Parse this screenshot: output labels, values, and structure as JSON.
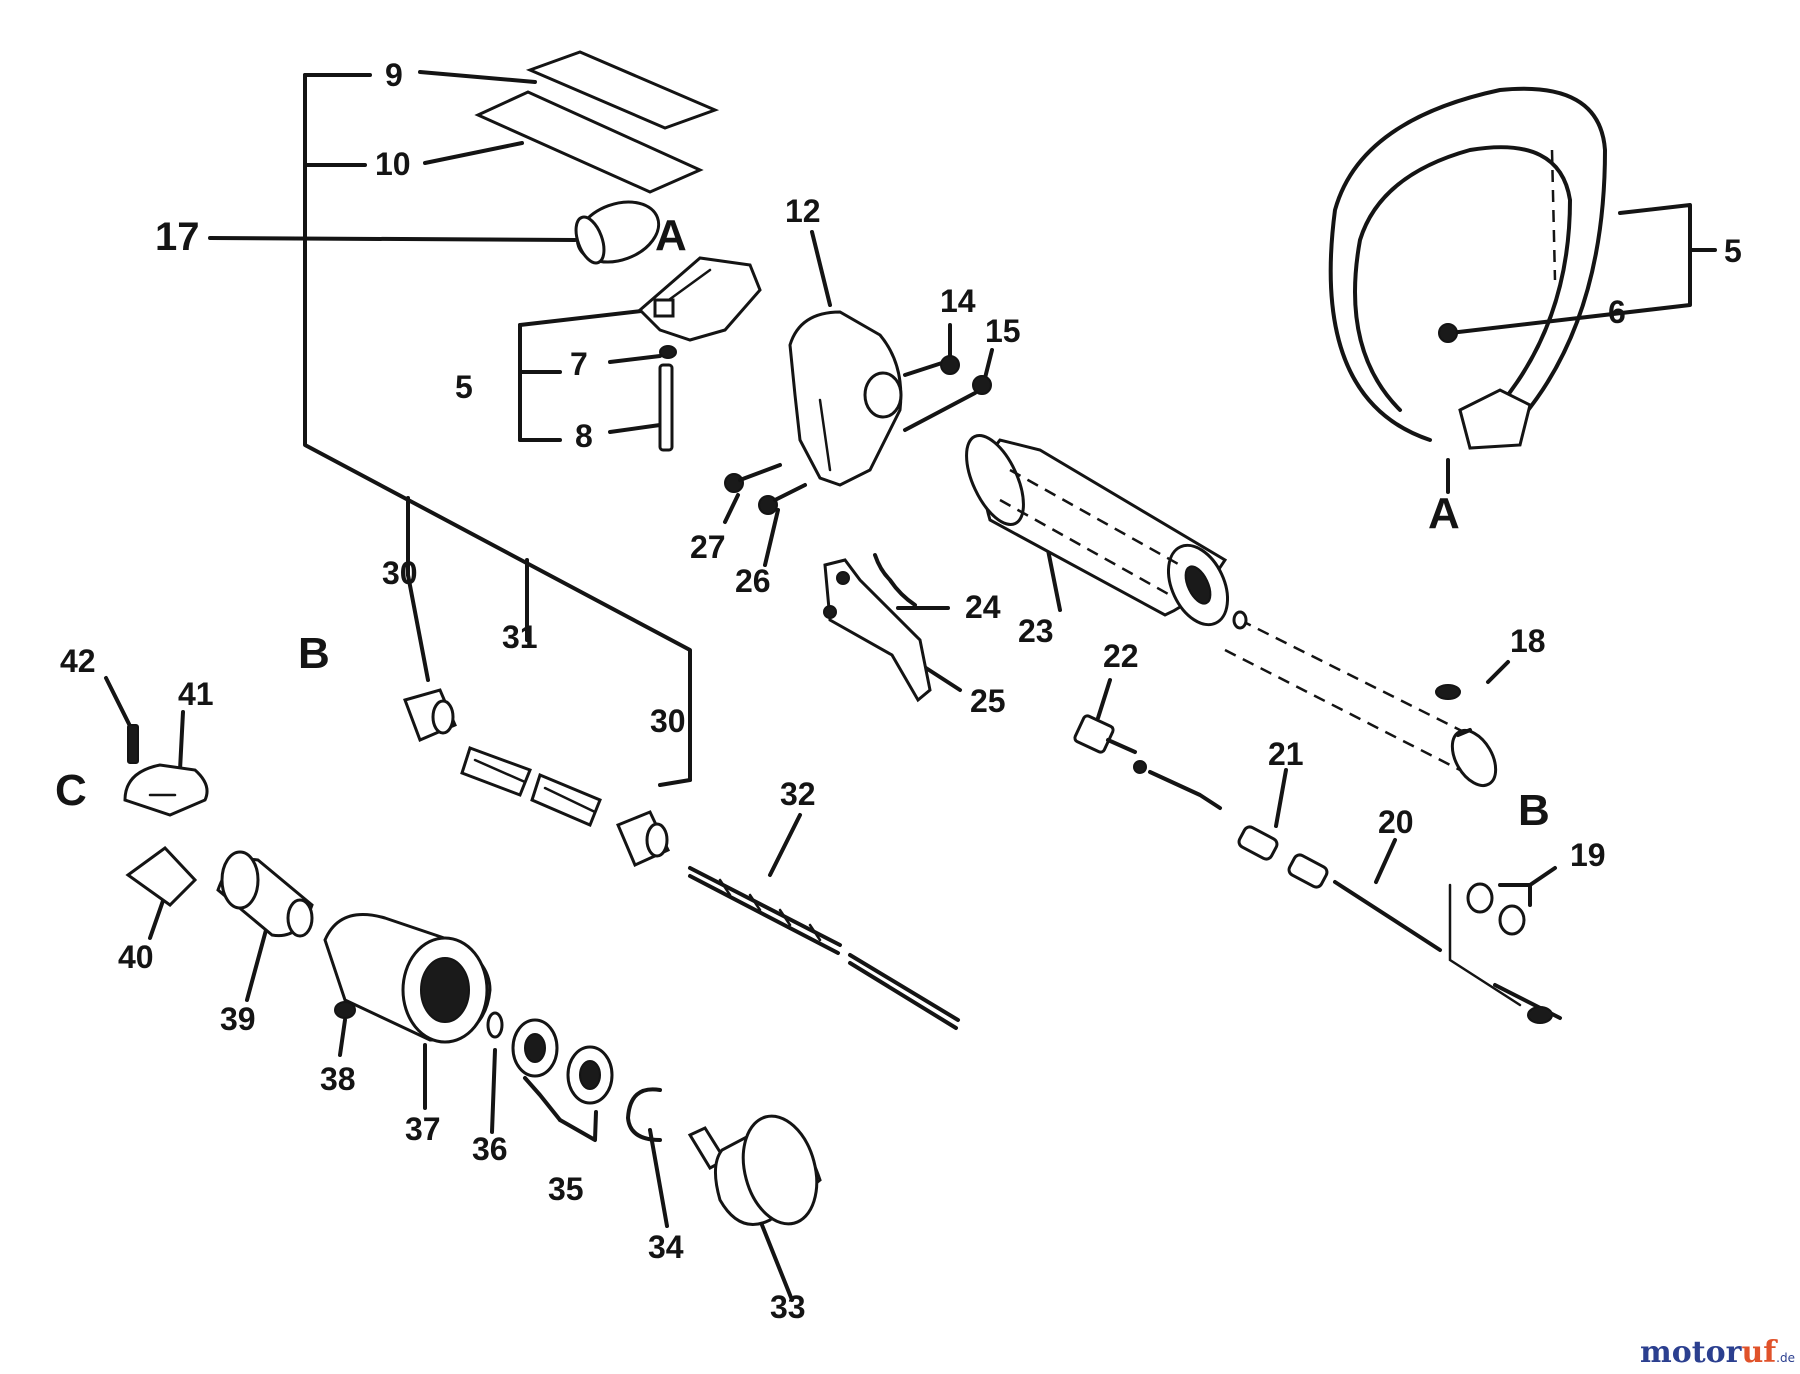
{
  "labels": {
    "n9": "9",
    "n10": "10",
    "n17": "17",
    "n5a": "5",
    "n7": "7",
    "n8": "8",
    "n12": "12",
    "n14": "14",
    "n15": "15",
    "n27": "27",
    "n26": "26",
    "n24": "24",
    "n23": "23",
    "n25": "25",
    "n22": "22",
    "n18": "18",
    "n21": "21",
    "n20": "20",
    "n19": "19",
    "n5b": "5",
    "n6": "6",
    "n30a": "30",
    "n31": "31",
    "n30b": "30",
    "n32": "32",
    "n42": "42",
    "n41": "41",
    "n40": "40",
    "n39": "39",
    "n38": "38",
    "n37": "37",
    "n36": "36",
    "n35": "35",
    "n34": "34",
    "n33": "33"
  },
  "views": {
    "a_top": "A",
    "a_bottom": "A",
    "b_left": "B",
    "b_right": "B",
    "c_left": "C"
  },
  "watermark": {
    "brand_a": "motor",
    "brand_b": "uf",
    "suffix": ".de"
  }
}
